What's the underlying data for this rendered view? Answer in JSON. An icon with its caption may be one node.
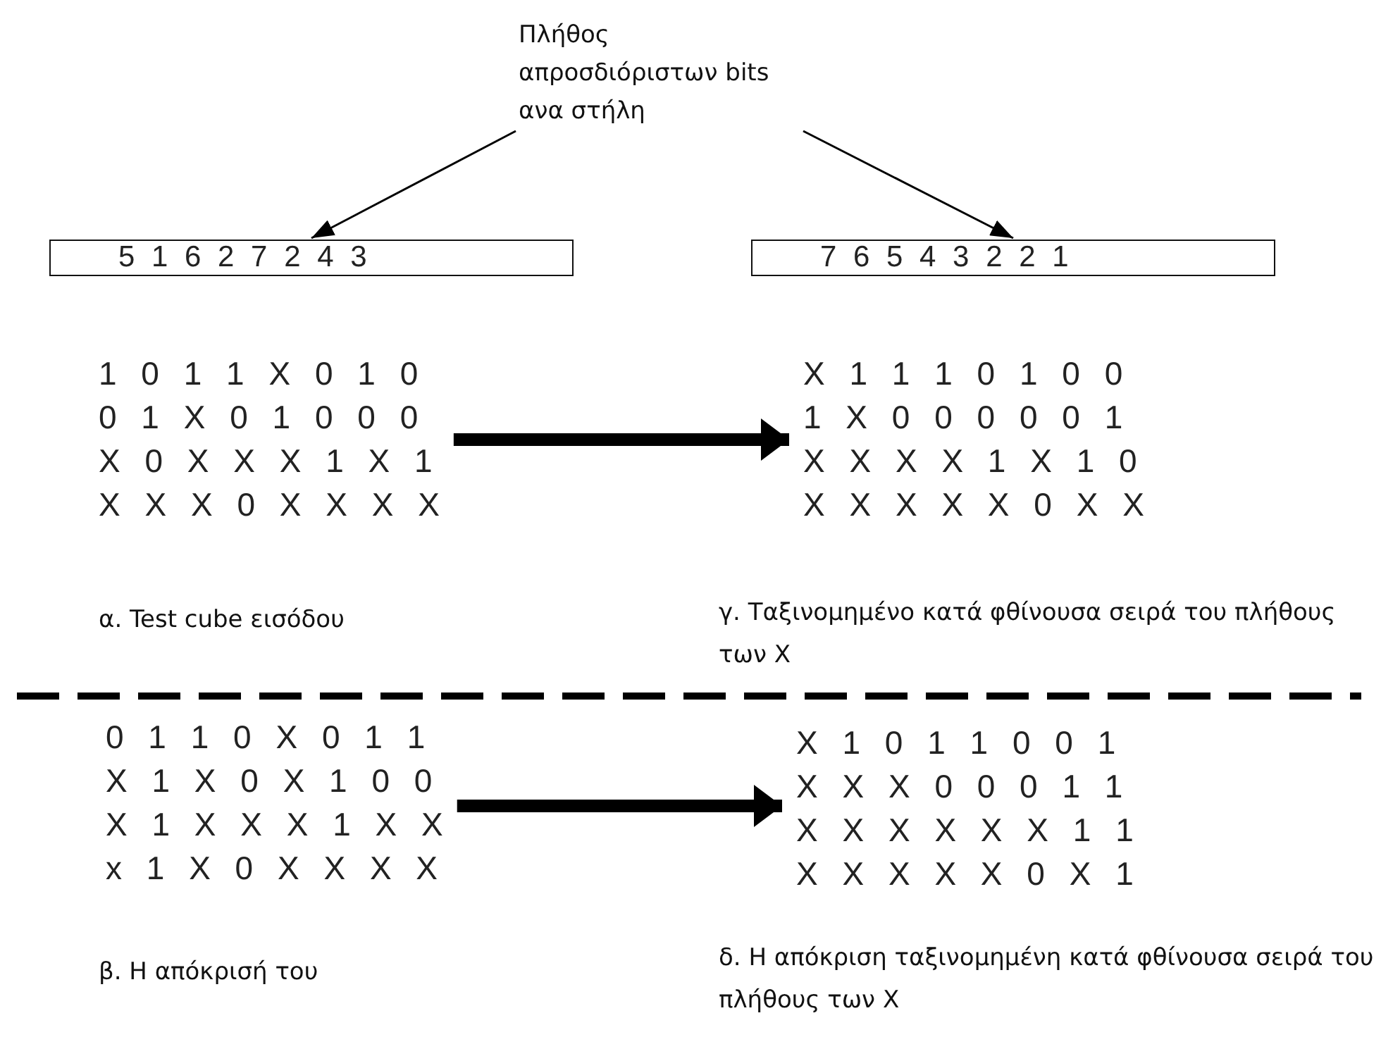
{
  "diagram": {
    "nodes": [
      {
        "text": [
          "Πλήθος απροσδιόριστων bits ανα στήλη"
        ]
      },
      {
        "text": [
          "5 1 6 2 7 2 4 3"
        ]
      },
      {
        "text": [
          "7 6 5 4 3 2 2 1"
        ]
      },
      {
        "text": [
          "1 0 1 1 X 0 1 0",
          "0 1 X 0 1 0 0 0",
          "X 0 X X X 1 X 1",
          "X X X 0 X X X X"
        ],
        "beside": [
          "α. Test cube εισόδου"
        ]
      },
      {
        "text": [
          "X 1 1 1 0 1 0 0",
          "1 X 0 0 0 0 0 1",
          "X X X X 1 X 1 0",
          "X X X X X 0 X X"
        ],
        "beside": [
          "γ. Ταξινομημένο κατά φθίνουσα σειρά του πλήθους των X"
        ]
      },
      {
        "text": [
          "0 1 1 0 X 0 1 1",
          "X 1 X 0 X 1 0 0",
          "X 1 X X X 1 X X",
          "x 1 X 0 X X X X"
        ],
        "beside": [
          "β. Η απόκρισή του"
        ]
      },
      {
        "text": [
          "X 1 0 1 1 0 0 1",
          "X X X 0 0 0 1 1",
          "X X X X X X 1 1",
          "X X X X X 0 X 1"
        ],
        "beside": [
          "δ. Η απόκριση ταξινομημένη κατά φθίνουσα σειρά του πλήθους των X"
        ]
      }
    ],
    "edges": [
      {
        "from": 0,
        "to": 1,
        "arrow": "to"
      },
      {
        "from": 0,
        "to": 2,
        "arrow": "to"
      },
      {
        "from": 3,
        "to": 4,
        "arrow": "to",
        "style": "thick"
      },
      {
        "from": 5,
        "to": 6,
        "arrow": "to",
        "style": "thick"
      }
    ]
  }
}
